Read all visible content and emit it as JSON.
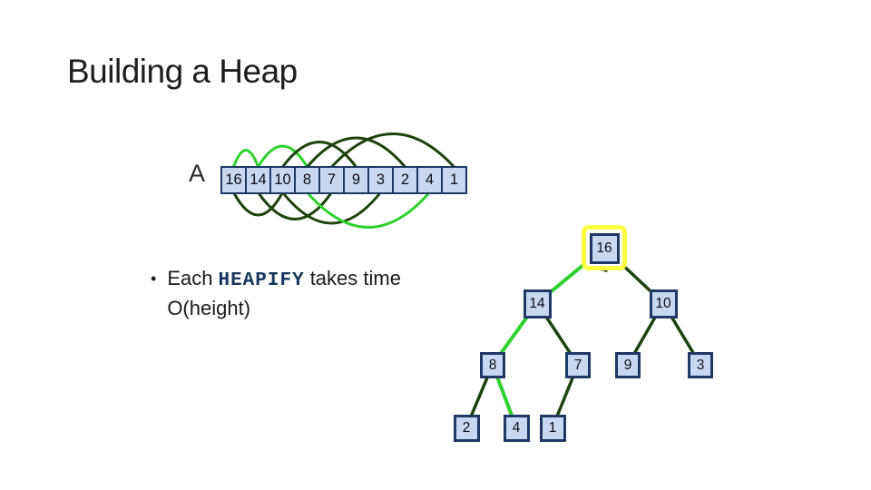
{
  "slide": {
    "title": "Building a Heap"
  },
  "array": {
    "label": "A",
    "values": [
      "16",
      "14",
      "10",
      "8",
      "7",
      "9",
      "3",
      "2",
      "4",
      "1"
    ]
  },
  "arcs": [
    {
      "from": 1,
      "to": 2,
      "side": "top",
      "color": "green"
    },
    {
      "from": 2,
      "to": 4,
      "side": "top",
      "color": "green"
    },
    {
      "from": 3,
      "to": 6,
      "side": "top",
      "color": "dark"
    },
    {
      "from": 4,
      "to": 8,
      "side": "top",
      "color": "dark"
    },
    {
      "from": 5,
      "to": 10,
      "side": "top",
      "color": "dark"
    },
    {
      "from": 1,
      "to": 3,
      "side": "bottom",
      "color": "dark"
    },
    {
      "from": 2,
      "to": 5,
      "side": "bottom",
      "color": "dark"
    },
    {
      "from": 3,
      "to": 7,
      "side": "bottom",
      "color": "dark"
    },
    {
      "from": 4,
      "to": 9,
      "side": "bottom",
      "color": "green"
    }
  ],
  "bullet": {
    "marker": "•",
    "pre": "Each",
    "code": "HEAPIFY",
    "post": "takes time O(height)"
  },
  "tree": {
    "nodes": [
      {
        "value": "16",
        "highlighted": true
      },
      {
        "value": "14",
        "highlighted": false
      },
      {
        "value": "10",
        "highlighted": false
      },
      {
        "value": "8",
        "highlighted": false
      },
      {
        "value": "7",
        "highlighted": false
      },
      {
        "value": "9",
        "highlighted": false
      },
      {
        "value": "3",
        "highlighted": false
      },
      {
        "value": "2",
        "highlighted": false
      },
      {
        "value": "4",
        "highlighted": false
      },
      {
        "value": "1",
        "highlighted": false
      }
    ],
    "edges": [
      {
        "a": 0,
        "b": 1,
        "color": "green"
      },
      {
        "a": 0,
        "b": 2,
        "color": "dark"
      },
      {
        "a": 1,
        "b": 3,
        "color": "green"
      },
      {
        "a": 1,
        "b": 4,
        "color": "dark"
      },
      {
        "a": 2,
        "b": 5,
        "color": "dark"
      },
      {
        "a": 2,
        "b": 6,
        "color": "dark"
      },
      {
        "a": 3,
        "b": 7,
        "color": "dark"
      },
      {
        "a": 3,
        "b": 8,
        "color": "green"
      },
      {
        "a": 4,
        "b": 9,
        "color": "dark"
      }
    ]
  },
  "colors": {
    "bright_green": "#2ed12e",
    "dark_green": "#1d420c",
    "arrow_dark": "#163308",
    "node_fill": "#c6d9f1",
    "node_border": "#1f3864",
    "highlight_yellow": "#ffff42",
    "text": "#1b1b1b",
    "code_navy": "#17365d"
  }
}
